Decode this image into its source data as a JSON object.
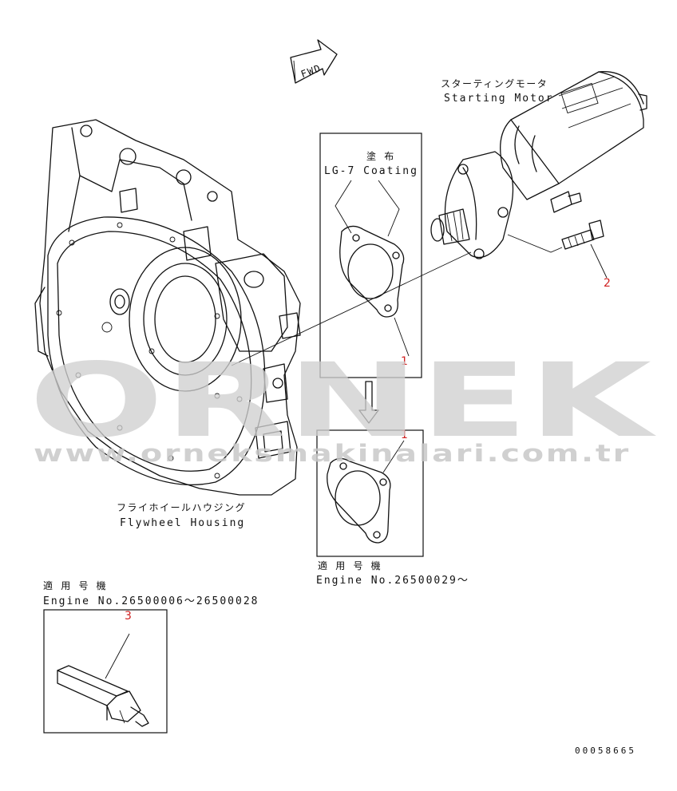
{
  "fwd_arrow": {
    "label": "FWD"
  },
  "parts": {
    "starting_motor": {
      "jp": "スターティングモータ",
      "en": "Starting Motor"
    },
    "flywheel_housing": {
      "jp": "フライホイールハウジング",
      "en": "Flywheel Housing"
    },
    "coating": {
      "jp": "塗 布",
      "en": "LG-7 Coating"
    }
  },
  "applicability": {
    "new": {
      "jp": "適 用 号 機",
      "en": "Engine No.26500029～"
    },
    "old": {
      "jp": "適 用 号 機",
      "en": "Engine No.26500006～26500028"
    }
  },
  "callouts": {
    "c1_top": "1",
    "c1_bottom": "1",
    "c2": "2",
    "c3": "3"
  },
  "watermark": {
    "main": "ORNEK",
    "url": "www.orneksmakinalari.com.tr"
  },
  "drawing_number": "00058665",
  "colors": {
    "line": "#111111",
    "callout": "#d02020",
    "watermark": "#cfcfcf"
  }
}
